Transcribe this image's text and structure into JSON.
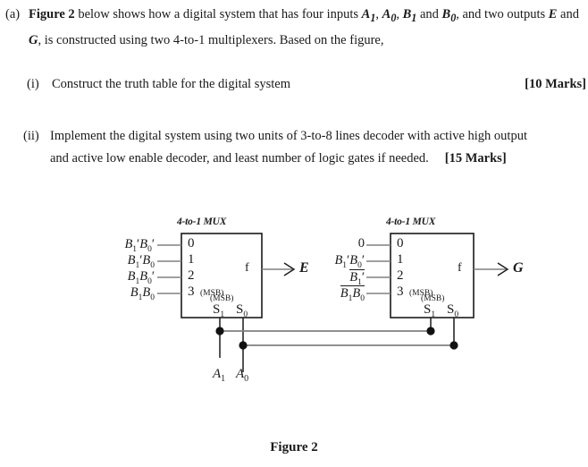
{
  "document": {
    "part_a": {
      "marker": "(a)",
      "lead_bold": "Figure 2",
      "text_1": " below shows how a digital system that has four inputs ",
      "in_a1": "A",
      "in_a1_sub": "1",
      "sep1": ", ",
      "in_a0": "A",
      "in_a0_sub": "0",
      "sep2": ", ",
      "in_b1": "B",
      "in_b1_sub": "1",
      "sep3": " and ",
      "in_b0": "B",
      "in_b0_sub": "0",
      "text_2": ", and two outputs ",
      "out_e": "E",
      "text_3": " and ",
      "out_g": "G",
      "text_4": ", is constructed using two 4-to-1 multiplexers. Based on the figure,"
    },
    "part_i": {
      "marker": "(i)",
      "text": "Construct the truth table for the digital system",
      "marks": "[10 Marks]"
    },
    "part_ii": {
      "marker": "(ii)",
      "line1": "Implement the digital system using two units of 3-to-8 lines decoder with active high output",
      "line2": "and active low enable decoder, and least number of logic gates if needed.",
      "marks": "[15 Marks]"
    },
    "figure_caption": "Figure 2"
  },
  "figure": {
    "mux_left": {
      "title": "4-to-1 MUX",
      "ports": [
        "0",
        "1",
        "2",
        "3"
      ],
      "port3_note": "(MSB)",
      "inputs": [
        {
          "b1": "B",
          "b1_sub": "1",
          "b1_prime": "′",
          "b0": "B",
          "b0_sub": "0",
          "b0_prime": "′",
          "overline": false
        },
        {
          "b1": "B",
          "b1_sub": "1",
          "b1_prime": "′",
          "b0": "B",
          "b0_sub": "0",
          "b0_prime": "",
          "overline": false
        },
        {
          "b1": "B",
          "b1_sub": "1",
          "b1_prime": "",
          "b0": "B",
          "b0_sub": "0",
          "b0_prime": "′",
          "overline": false
        },
        {
          "b1": "B",
          "b1_sub": "1",
          "b1_prime": "",
          "b0": "B",
          "b0_sub": "0",
          "b0_prime": "",
          "overline": false
        }
      ],
      "select_msb_note": "(MSB)",
      "select_s1": "S",
      "select_s1_sub": "1",
      "select_s0": "S",
      "select_s0_sub": "0",
      "output_f": "f",
      "output_label": "E"
    },
    "mux_right": {
      "title": "4-to-1 MUX",
      "ports": [
        "0",
        "1",
        "2",
        "3"
      ],
      "port3_note": "(MSB)",
      "inputs": [
        {
          "plain": "0",
          "overline": false
        },
        {
          "b1": "B",
          "b1_sub": "1",
          "b1_prime": "′",
          "b0": "B",
          "b0_sub": "0",
          "b0_prime": "′",
          "overline": false
        },
        {
          "b1": "B",
          "b1_sub": "1",
          "b1_prime": "′",
          "b0": "",
          "b0_sub": "",
          "b0_prime": "",
          "overline": true
        },
        {
          "b1": "B",
          "b1_sub": "1",
          "b1_prime": "",
          "b0": "B",
          "b0_sub": "0",
          "b0_prime": "",
          "overline": true
        }
      ],
      "select_msb_note": "(MSB)",
      "select_s1": "S",
      "select_s1_sub": "1",
      "select_s0": "S",
      "select_s0_sub": "0",
      "output_f": "f",
      "output_label": "G"
    },
    "select_inputs": [
      {
        "label": "A",
        "sub": "1"
      },
      {
        "label": "A",
        "sub": "0"
      }
    ],
    "colors": {
      "ink": "#1a1a1a",
      "wire": "#808080",
      "box": "#1a1a1a"
    }
  }
}
